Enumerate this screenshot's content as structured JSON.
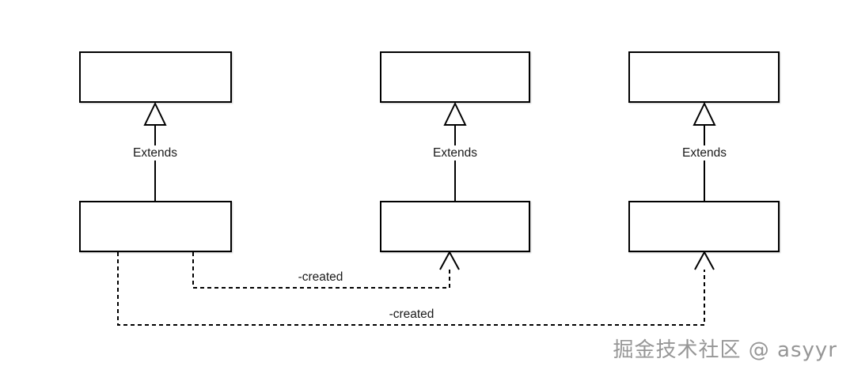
{
  "diagram": {
    "columns": [
      {
        "id": "left",
        "extends_label": "Extends"
      },
      {
        "id": "middle",
        "extends_label": "Extends"
      },
      {
        "id": "right",
        "extends_label": "Extends"
      }
    ],
    "created_links": [
      {
        "label": "-created",
        "from": "left-child-box",
        "to": "middle-child-box"
      },
      {
        "label": "-created",
        "from": "left-child-box",
        "to": "right-child-box"
      }
    ]
  },
  "watermark": {
    "text": "掘金技术社区 @ asyyr"
  },
  "colors": {
    "line": "#000000",
    "box_fill": "#ffffff",
    "background": "#ffffff",
    "watermark": "#969696"
  }
}
